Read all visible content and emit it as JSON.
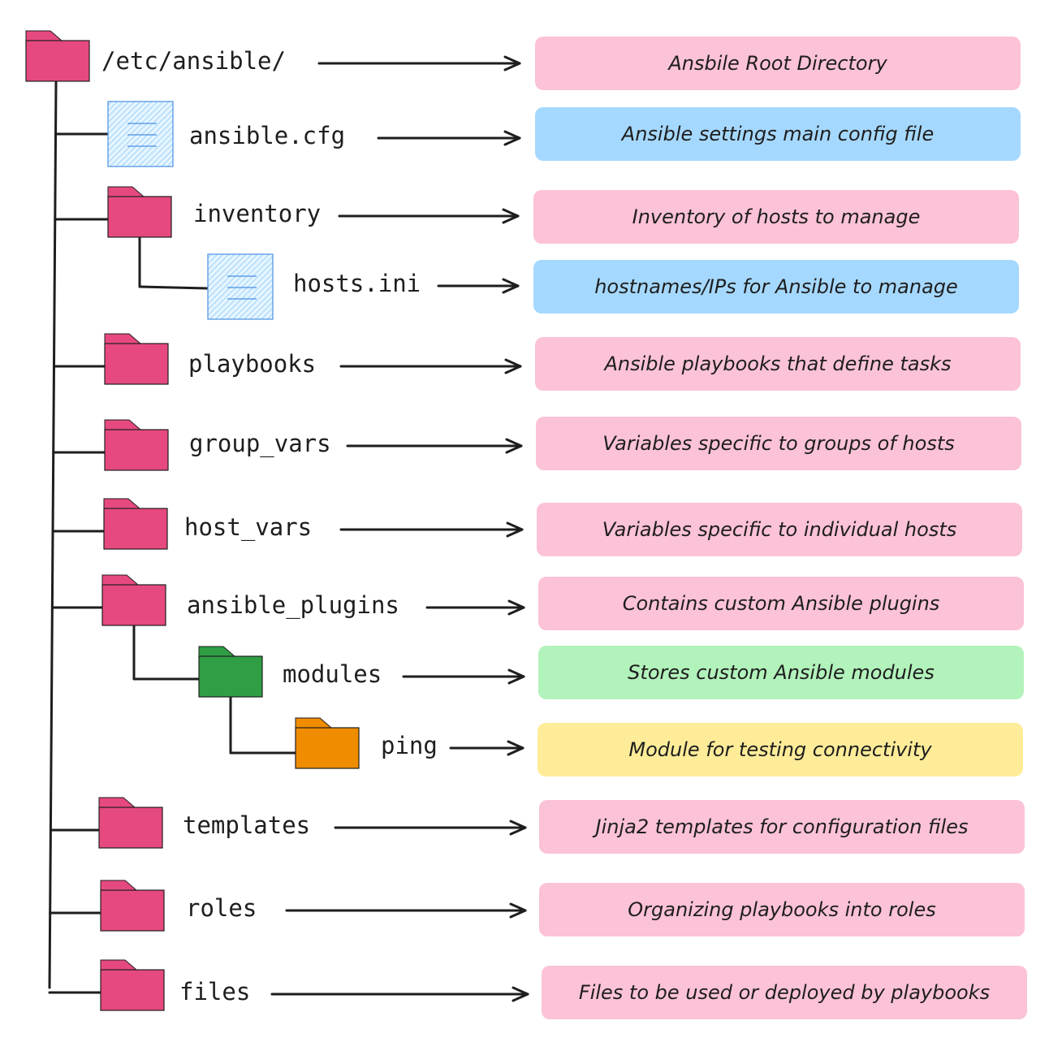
{
  "title": "Ansible directory structure",
  "colors": {
    "folder_pink": "#e64980",
    "folder_green": "#2f9e44",
    "folder_orange": "#f08c00",
    "file_blue": "#a5d8ff",
    "file_stroke": "#4a90e2",
    "box_pink": "#fcc2d7",
    "box_blue": "#a5d8ff",
    "box_green": "#b2f2bb",
    "box_yellow": "#ffec99",
    "line": "#1e1e1e"
  },
  "items": [
    {
      "name": "/etc/ansible/",
      "type": "folder-icon",
      "icon_color": "folder_pink",
      "description": "Ansbile Root Directory",
      "box_color": "box_pink"
    },
    {
      "name": "ansible.cfg",
      "type": "file-icon",
      "icon_color": "file_blue",
      "description": "Ansible settings main config file",
      "box_color": "box_blue"
    },
    {
      "name": "inventory",
      "type": "folder-icon",
      "icon_color": "folder_pink",
      "description": "Inventory of hosts to manage",
      "box_color": "box_pink"
    },
    {
      "name": "hosts.ini",
      "type": "file-icon",
      "icon_color": "file_blue",
      "description": "hostnames/IPs for Ansible to manage",
      "box_color": "box_blue"
    },
    {
      "name": "playbooks",
      "type": "folder-icon",
      "icon_color": "folder_pink",
      "description": "Ansible playbooks that define tasks",
      "box_color": "box_pink"
    },
    {
      "name": "group_vars",
      "type": "folder-icon",
      "icon_color": "folder_pink",
      "description": "Variables specific to groups of hosts",
      "box_color": "box_pink"
    },
    {
      "name": "host_vars",
      "type": "folder-icon",
      "icon_color": "folder_pink",
      "description": "Variables specific to individual hosts",
      "box_color": "box_pink"
    },
    {
      "name": "ansible_plugins",
      "type": "folder-icon",
      "icon_color": "folder_pink",
      "description": "Contains custom Ansible plugins",
      "box_color": "box_pink"
    },
    {
      "name": "modules",
      "type": "folder-icon",
      "icon_color": "folder_green",
      "description": "Stores custom Ansible modules",
      "box_color": "box_green"
    },
    {
      "name": "ping",
      "type": "folder-icon",
      "icon_color": "folder_orange",
      "description": "Module for testing connectivity",
      "box_color": "box_yellow"
    },
    {
      "name": "templates",
      "type": "folder-icon",
      "icon_color": "folder_pink",
      "description": "Jinja2 templates for configuration files",
      "box_color": "box_pink"
    },
    {
      "name": "roles",
      "type": "folder-icon",
      "icon_color": "folder_pink",
      "description": "Organizing playbooks into roles",
      "box_color": "box_pink"
    },
    {
      "name": "files",
      "type": "folder-icon",
      "icon_color": "folder_pink",
      "description": "Files to be used or deployed by playbooks",
      "box_color": "box_pink"
    }
  ]
}
